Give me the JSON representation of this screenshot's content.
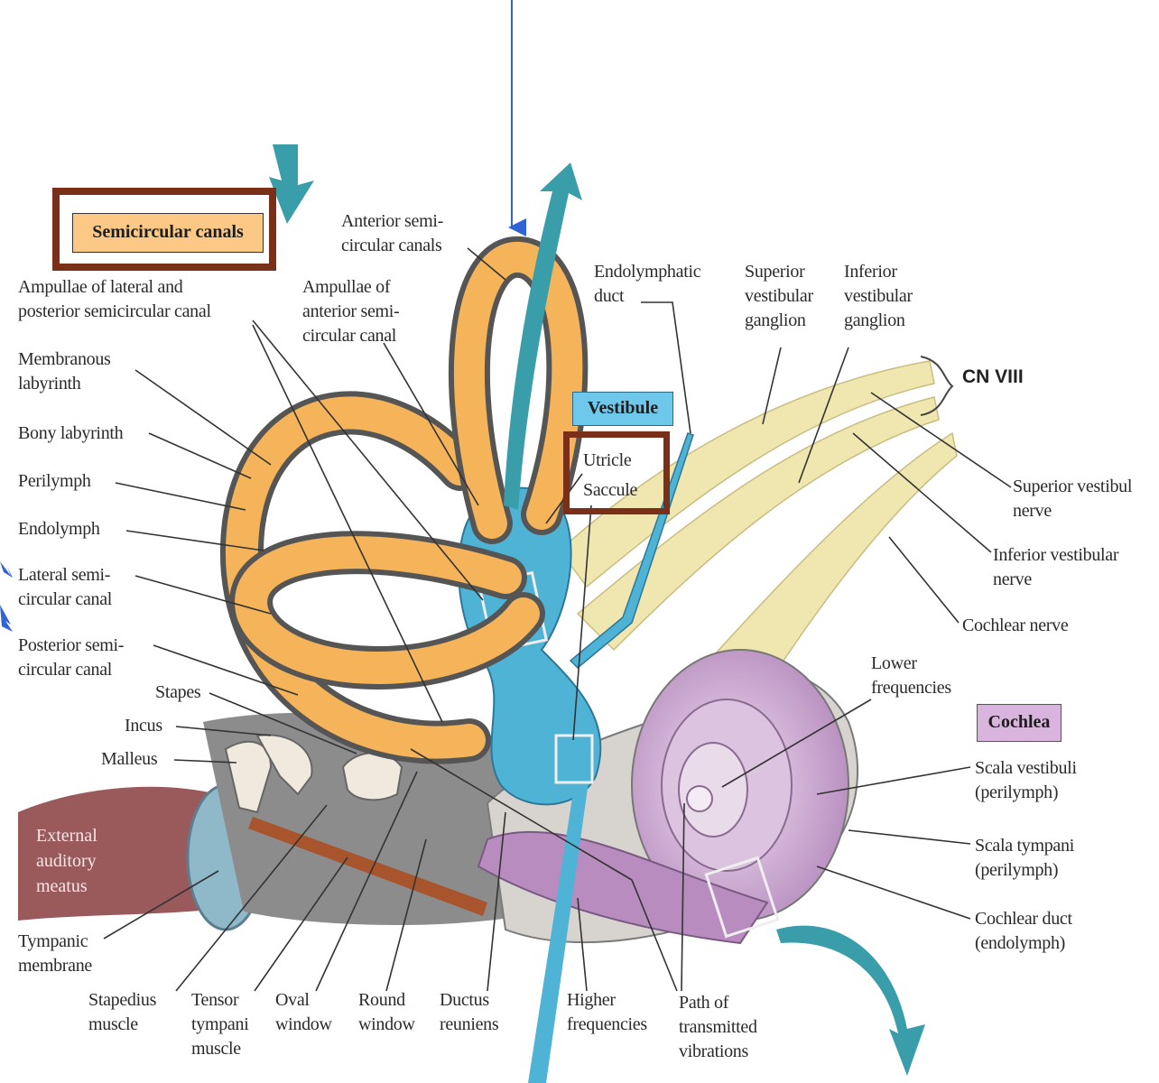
{
  "boxes": {
    "semicircular_canals": "Semicircular canals",
    "vestibule": "Vestibule",
    "cochlea": "Cochlea",
    "cn_viii": "CN VIII"
  },
  "labels": {
    "ampullae_lat_post": "Ampullae of lateral and\nposterior semicircular canal",
    "anterior_canals": "Anterior semi-\ncircular canals",
    "ampullae_anterior": "Ampullae of\nanterior semi-\ncircular canal",
    "endolymphatic_duct": "Endolymphatic\nduct",
    "superior_ganglion": "Superior\nvestibular\nganglion",
    "inferior_ganglion": "Inferior\nvestibular\nganglion",
    "membranous_labyrinth": "Membranous\nlabyrinth",
    "bony_labyrinth": "Bony labyrinth",
    "perilymph": "Perilymph",
    "endolymph": "Endolymph",
    "lateral_canal": "Lateral semi-\ncircular canal",
    "posterior_canal": "Posterior semi-\ncircular canal",
    "utricle": "Utricle",
    "saccule": "Saccule",
    "superior_vestibular_nerve": "Superior vestibul\nnerve",
    "inferior_vestibular_nerve": "Inferior vestibular\nnerve",
    "cochlear_nerve": "Cochlear nerve",
    "lower_frequencies": "Lower\nfrequencies",
    "stapes": "Stapes",
    "incus": "Incus",
    "malleus": "Malleus",
    "external_meatus": "External\nauditory\nmeatus",
    "scala_vestibuli": "Scala vestibuli\n(perilymph)",
    "scala_tympani": "Scala tympani\n(perilymph)",
    "cochlear_duct": "Cochlear duct\n(endolymph)",
    "tympanic_membrane": "Tympanic\nmembrane",
    "stapedius": "Stapedius\nmuscle",
    "tensor_tympani": "Tensor\ntympani\nmuscle",
    "oval_window": "Oval\nwindow",
    "round_window": "Round\nwindow",
    "ductus_reuniens": "Ductus\nreuniens",
    "higher_frequencies": "Higher\nfrequencies",
    "path_vibrations": "Path of\ntransmitted\nvibrations"
  },
  "colors": {
    "canal_orange": "#f5b45a",
    "canal_outline": "#555555",
    "vestibule_blue": "#4fb3d6",
    "cochlea_purple": "#b98cc0",
    "nerve_yellow": "#efe6b0",
    "flow_arrow_teal": "#3a9eaa",
    "box_brown": "#7a3018",
    "pointer_blue": "#2f63d6"
  }
}
